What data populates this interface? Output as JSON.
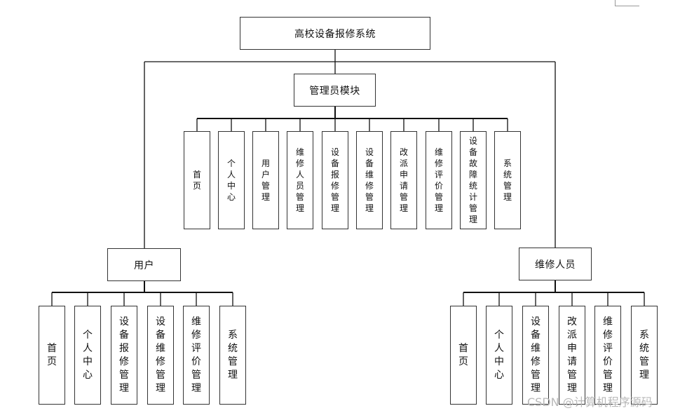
{
  "root": {
    "title": "高校设备报修系统"
  },
  "admin": {
    "title": "管理员模块",
    "children": [
      "首页",
      "个人中心",
      "用户管理",
      "维修人员管理",
      "设备报修管理",
      "设备维修管理",
      "改派申请管理",
      "维修评价管理",
      "设备故障统计管理",
      "系统管理"
    ]
  },
  "user": {
    "title": "用户",
    "children": [
      "首页",
      "个人中心",
      "设备报修管理",
      "设备维修管理",
      "维修评价管理",
      "系统管理"
    ]
  },
  "repairer": {
    "title": "维修人员",
    "children": [
      "首页",
      "个人中心",
      "设备维修管理",
      "改派申请管理",
      "维修评价管理",
      "系统管理"
    ]
  },
  "watermark": "CSDN @计算机程序源码"
}
